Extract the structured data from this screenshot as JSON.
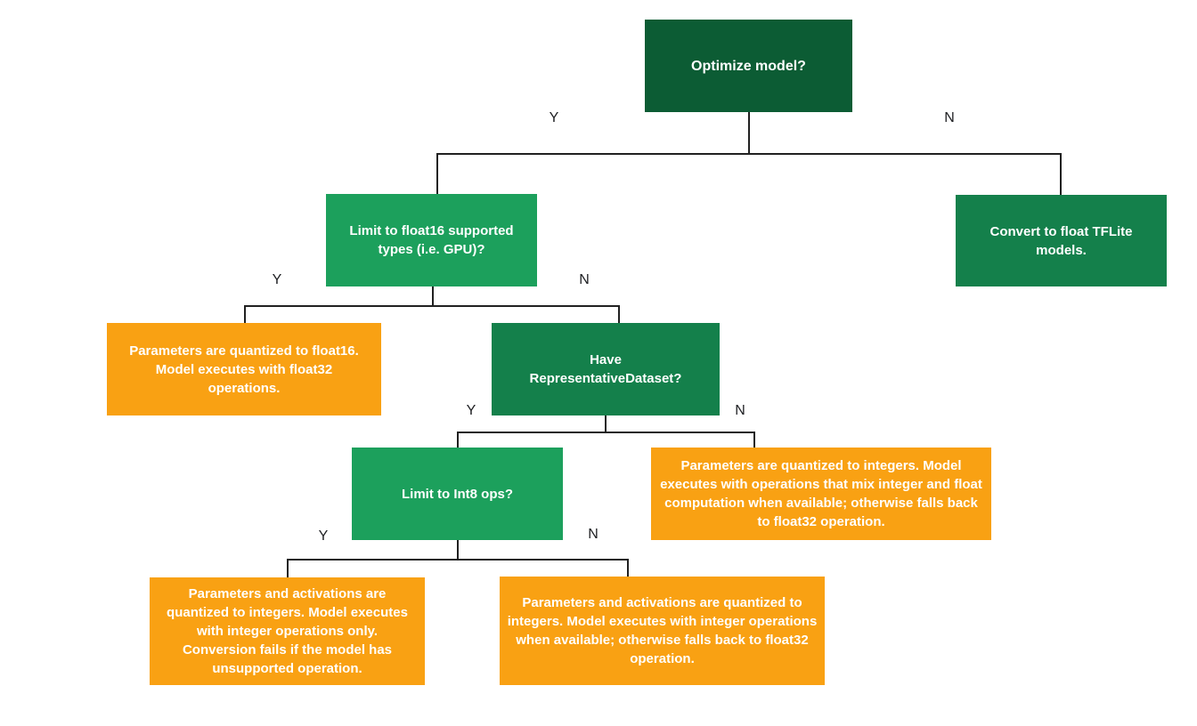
{
  "flowchart": {
    "nodes": {
      "optimize": "Optimize model?",
      "limit_float16": "Limit to float16 supported types (i.e. GPU)?",
      "convert_float": "Convert to float TFLite models.",
      "quant_float16": "Parameters are quantized to float16. Model executes with float32 operations.",
      "have_dataset": "Have RepresentativeDataset?",
      "limit_int8": "Limit to Int8 ops?",
      "quant_int_mixed": "Parameters are quantized to integers. Model executes with operations that mix integer and float computation when available; otherwise falls back to float32 operation.",
      "quant_int_only": "Parameters and activations are quantized to integers. Model executes with integer operations only. Conversion fails if the model has unsupported operation.",
      "quant_int_fallback": "Parameters and activations are quantized to integers. Model executes with integer operations when available; otherwise falls back to float32 operation."
    },
    "branch_labels": {
      "yes": "Y",
      "no": "N"
    },
    "colors": {
      "decision_dark_green": "#0C5C34",
      "decision_green": "#14804B",
      "decision_bright_green": "#1CA05C",
      "outcome_orange": "#F9A113",
      "connector": "#212121",
      "node_text": "#FFFFFF",
      "branch_label_text": "#202124"
    }
  }
}
